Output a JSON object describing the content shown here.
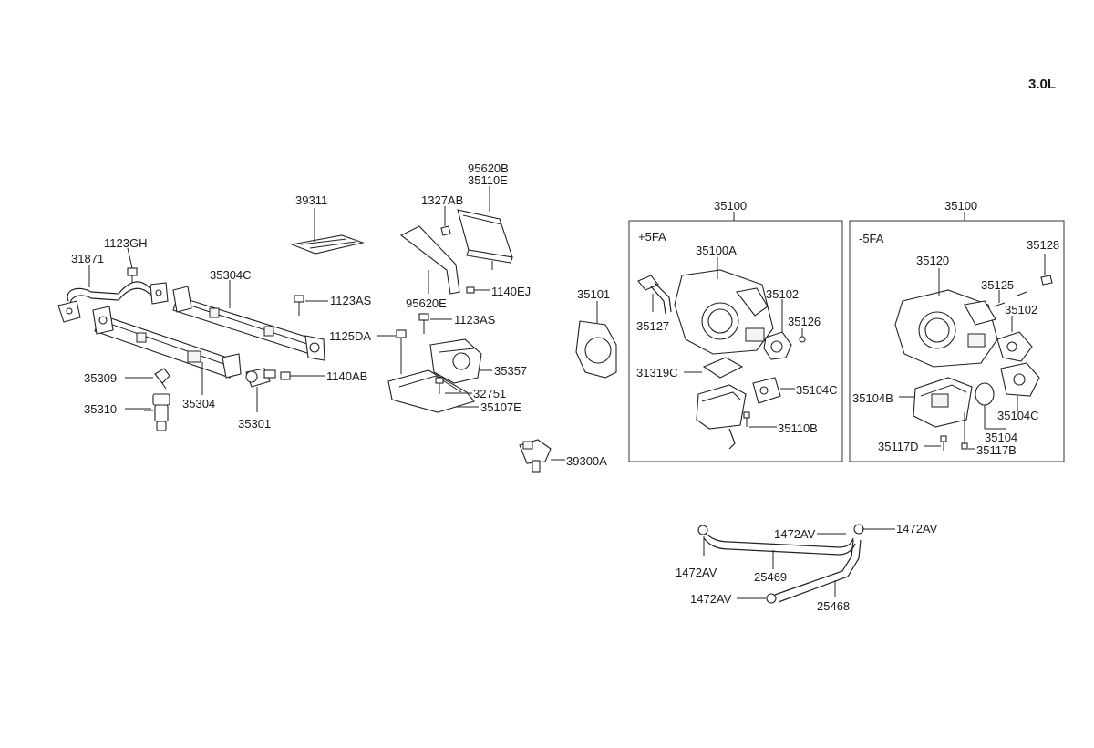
{
  "engine": "3.0L",
  "groups": {
    "plus5fa": {
      "ref": "35100",
      "label": "+5FA"
    },
    "minus5fa": {
      "ref": "35100",
      "label": "-5FA"
    }
  },
  "parts": {
    "p31871": "31871",
    "p1123GH": "1123GH",
    "p35304C": "35304C",
    "p1123AS_a": "1123AS",
    "p35309": "35309",
    "p35310": "35310",
    "p35304": "35304",
    "p35301": "35301",
    "p1140AB": "1140AB",
    "p39311": "39311",
    "p95620B": "95620B",
    "p35110E": "35110E",
    "p1327AB": "1327AB",
    "p95620E": "95620E",
    "p1140EJ": "1140EJ",
    "p1123AS_b": "1123AS",
    "p1125DA": "1125DA",
    "p35357": "35357",
    "p32751": "32751",
    "p35107E": "35107E",
    "p39300A": "39300A",
    "p35101": "35101",
    "p35100A": "35100A",
    "p35127": "35127",
    "p35102_a": "35102",
    "p35126": "35126",
    "p31319C": "31319C",
    "p35104C_a": "35104C",
    "p35110B": "35110B",
    "p35128": "35128",
    "p35120": "35120",
    "p35125": "35125",
    "p35102_b": "35102",
    "p35104B": "35104B",
    "p35104C_b": "35104C",
    "p35104": "35104",
    "p35117D": "35117D",
    "p35117B": "35117B",
    "p1472AV_1": "1472AV",
    "p1472AV_2": "1472AV",
    "p1472AV_3": "1472AV",
    "p1472AV_4": "1472AV",
    "p25469": "25469",
    "p25468": "25468"
  }
}
